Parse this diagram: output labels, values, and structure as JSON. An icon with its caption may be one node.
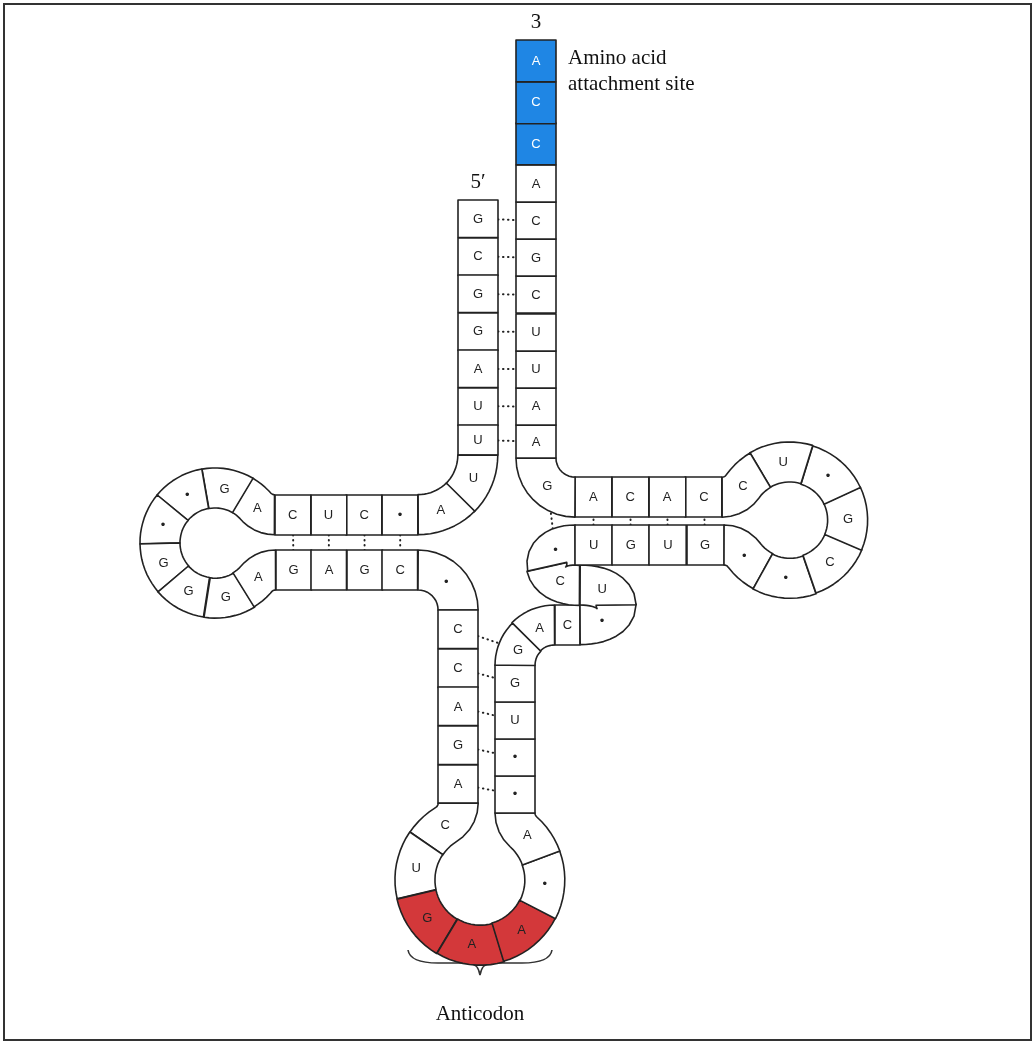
{
  "diagram": {
    "nodes": [
      {
        "text": [
          "G"
        ]
      },
      {
        "text": [
          "C"
        ]
      },
      {
        "text": [
          "G"
        ]
      },
      {
        "text": [
          "G"
        ]
      },
      {
        "text": [
          "A"
        ]
      },
      {
        "text": [
          "U"
        ]
      },
      {
        "text": [
          "U"
        ]
      },
      {
        "text": [
          "U"
        ]
      },
      {
        "text": [
          "A"
        ]
      },
      {
        "text": [
          "•"
        ]
      },
      {
        "text": [
          "C"
        ]
      },
      {
        "text": [
          "U"
        ]
      },
      {
        "text": [
          "C"
        ]
      },
      {
        "text": [
          "A"
        ]
      },
      {
        "text": [
          "G"
        ]
      },
      {
        "text": [
          "•"
        ]
      },
      {
        "text": [
          "•"
        ]
      },
      {
        "text": [
          "G"
        ]
      },
      {
        "text": [
          "G"
        ]
      },
      {
        "text": [
          "G"
        ]
      },
      {
        "text": [
          "A"
        ]
      },
      {
        "text": [
          "G"
        ]
      },
      {
        "text": [
          "A"
        ]
      },
      {
        "text": [
          "G"
        ]
      },
      {
        "text": [
          "C"
        ]
      },
      {
        "text": [
          "•"
        ]
      },
      {
        "text": [
          "C"
        ]
      },
      {
        "text": [
          "C"
        ]
      },
      {
        "text": [
          "A"
        ]
      },
      {
        "text": [
          "G"
        ]
      },
      {
        "text": [
          "A"
        ]
      },
      {
        "text": [
          "C"
        ]
      },
      {
        "text": [
          "U"
        ]
      },
      {
        "text": [
          "G"
        ]
      },
      {
        "text": [
          "A"
        ]
      },
      {
        "text": [
          "A"
        ]
      },
      {
        "text": [
          "•"
        ]
      },
      {
        "text": [
          "A"
        ]
      },
      {
        "text": [
          "•"
        ]
      },
      {
        "text": [
          "•"
        ]
      },
      {
        "text": [
          "U"
        ]
      },
      {
        "text": [
          "G"
        ]
      },
      {
        "text": [
          "G"
        ]
      },
      {
        "text": [
          "A"
        ]
      },
      {
        "text": [
          "C"
        ]
      },
      {
        "text": [
          "•"
        ]
      },
      {
        "text": [
          "U"
        ]
      },
      {
        "text": [
          "C"
        ]
      },
      {
        "text": [
          "•"
        ]
      },
      {
        "text": [
          "U"
        ]
      },
      {
        "text": [
          "G"
        ]
      },
      {
        "text": [
          "U"
        ]
      },
      {
        "text": [
          "G"
        ]
      },
      {
        "text": [
          "•"
        ]
      },
      {
        "text": [
          "•"
        ]
      },
      {
        "text": [
          "C"
        ]
      },
      {
        "text": [
          "G"
        ]
      },
      {
        "text": [
          "•"
        ]
      },
      {
        "text": [
          "U"
        ]
      },
      {
        "text": [
          "C"
        ]
      },
      {
        "text": [
          "C"
        ]
      },
      {
        "text": [
          "A"
        ]
      },
      {
        "text": [
          "C"
        ]
      },
      {
        "text": [
          "A"
        ]
      },
      {
        "text": [
          "G"
        ]
      },
      {
        "text": [
          "A"
        ]
      },
      {
        "text": [
          "A"
        ]
      },
      {
        "text": [
          "U"
        ]
      },
      {
        "text": [
          "U"
        ]
      },
      {
        "text": [
          "C"
        ]
      },
      {
        "text": [
          "G"
        ]
      },
      {
        "text": [
          "C"
        ]
      },
      {
        "text": [
          "A"
        ]
      },
      {
        "text": [
          "C"
        ]
      },
      {
        "text": [
          "C"
        ]
      },
      {
        "text": [
          "A"
        ]
      }
    ],
    "edges": [
      {
        "from": 0,
        "to": 71,
        "arrow": "none",
        "style": "dashed"
      },
      {
        "from": 1,
        "to": 70,
        "arrow": "none",
        "style": "dashed"
      },
      {
        "from": 2,
        "to": 69,
        "arrow": "none",
        "style": "dashed"
      },
      {
        "from": 3,
        "to": 68,
        "arrow": "none",
        "style": "dashed"
      },
      {
        "from": 4,
        "to": 67,
        "arrow": "none",
        "style": "dashed"
      },
      {
        "from": 5,
        "to": 66,
        "arrow": "none",
        "style": "dashed"
      },
      {
        "from": 6,
        "to": 65,
        "arrow": "none",
        "style": "dashed"
      },
      {
        "from": 9,
        "to": 24,
        "arrow": "none",
        "style": "dashed"
      },
      {
        "from": 10,
        "to": 23,
        "arrow": "none",
        "style": "dashed"
      },
      {
        "from": 11,
        "to": 22,
        "arrow": "none",
        "style": "dashed"
      },
      {
        "from": 12,
        "to": 21,
        "arrow": "none",
        "style": "dashed"
      },
      {
        "from": 26,
        "to": 42,
        "arrow": "none",
        "style": "dashed"
      },
      {
        "from": 27,
        "to": 41,
        "arrow": "none",
        "style": "dashed"
      },
      {
        "from": 28,
        "to": 40,
        "arrow": "none",
        "style": "dashed"
      },
      {
        "from": 29,
        "to": 39,
        "arrow": "none",
        "style": "dashed"
      },
      {
        "from": 30,
        "to": 38,
        "arrow": "none",
        "style": "dashed"
      },
      {
        "from": 48,
        "to": 64,
        "arrow": "none",
        "style": "dashed"
      },
      {
        "from": 49,
        "to": 63,
        "arrow": "none",
        "style": "dashed"
      },
      {
        "from": 50,
        "to": 62,
        "arrow": "none",
        "style": "dashed"
      },
      {
        "from": 51,
        "to": 61,
        "arrow": "none",
        "style": "dashed"
      },
      {
        "from": 52,
        "to": 60,
        "arrow": "none",
        "style": "dashed"
      }
    ],
    "labels": [
      "3",
      "Amino acid attachment site",
      "5′",
      "Anticodon"
    ]
  }
}
